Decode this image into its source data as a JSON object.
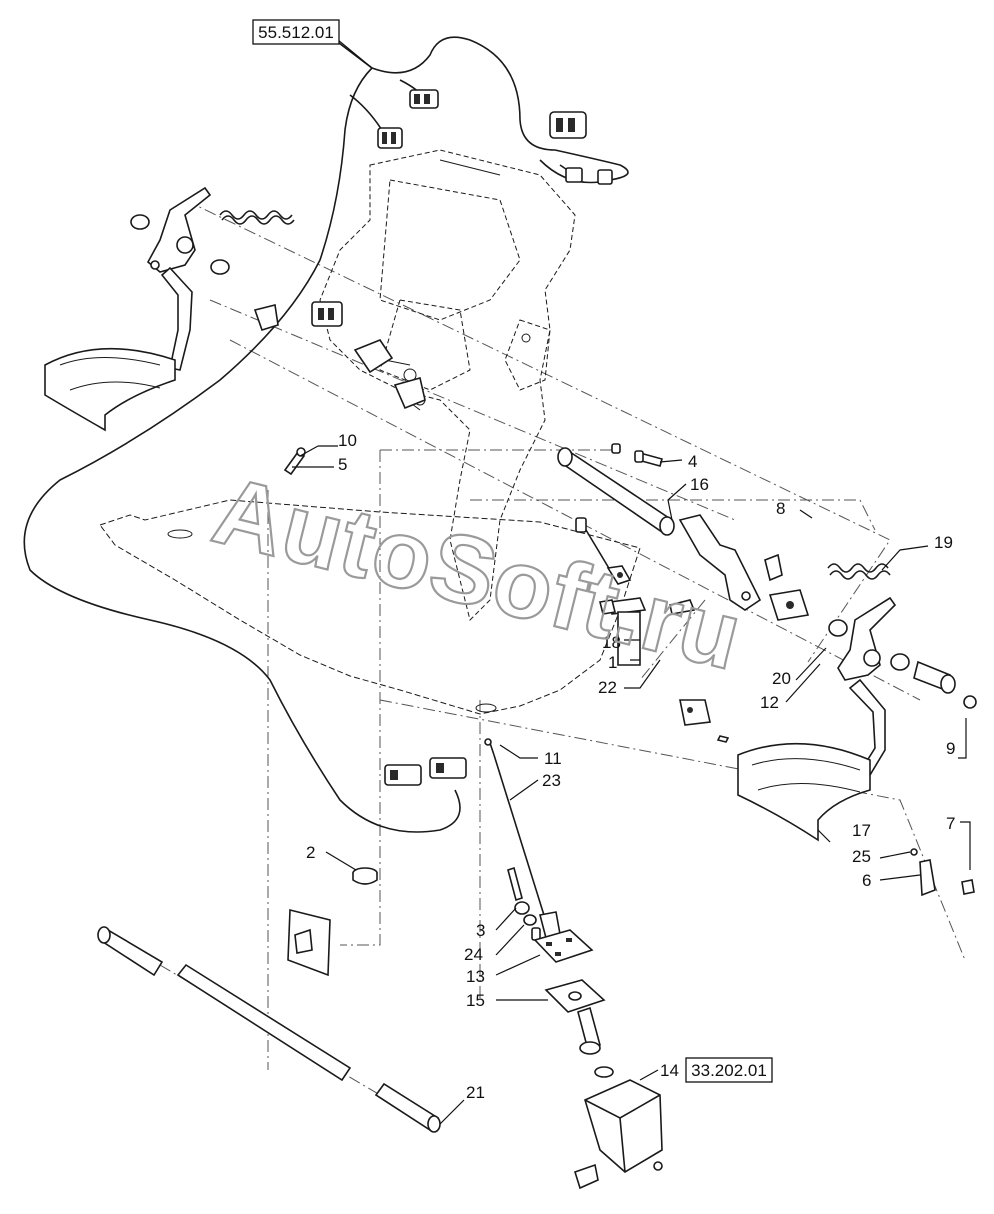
{
  "references": [
    {
      "id": "ref-55",
      "label": "55.512.01"
    },
    {
      "id": "ref-33",
      "label": "33.202.01"
    }
  ],
  "callouts": {
    "c1": "1",
    "c2": "2",
    "c3": "3",
    "c4": "4",
    "c5": "5",
    "c6": "6",
    "c7": "7",
    "c8": "8",
    "c9": "9",
    "c10": "10",
    "c11": "11",
    "c12": "12",
    "c13": "13",
    "c14": "14",
    "c15": "15",
    "c16": "16",
    "c17": "17",
    "c18": "18",
    "c19": "19",
    "c20": "20",
    "c21": "21",
    "c22": "22",
    "c23": "23",
    "c24": "24",
    "c25": "25"
  },
  "watermark": "AutoSoft.ru",
  "colors": {
    "line": "#1a1a1a",
    "watermark": "#9a9a9a",
    "background": "#ffffff"
  }
}
